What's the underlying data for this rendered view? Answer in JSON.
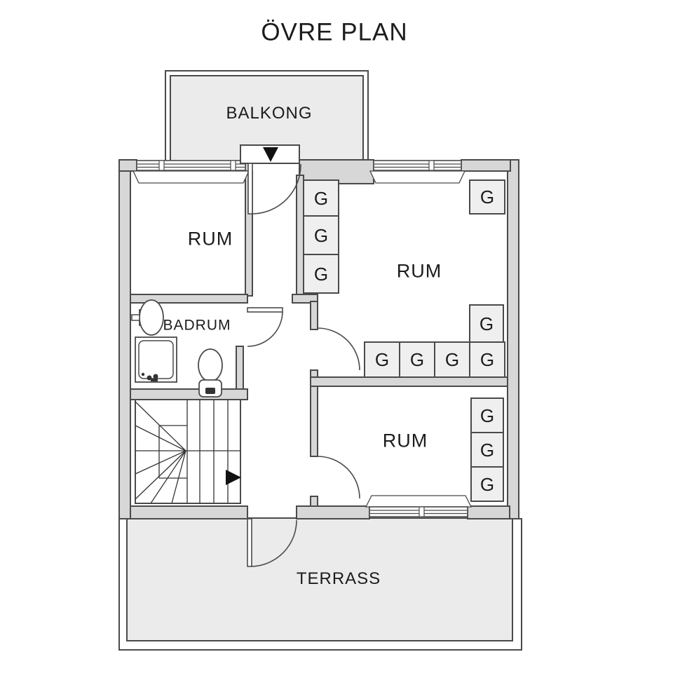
{
  "title": "ÖVRE PLAN",
  "areas": {
    "balcony": {
      "label": "BALKONG"
    },
    "room_top_left": {
      "label": "RUM"
    },
    "room_top_right": {
      "label": "RUM"
    },
    "room_bottom_right": {
      "label": "RUM"
    },
    "bathroom": {
      "label": "BADRUM"
    },
    "terrace": {
      "label": "TERRASS"
    }
  },
  "closets": [
    {
      "label": "G"
    },
    {
      "label": "G"
    },
    {
      "label": "G"
    },
    {
      "label": "G"
    },
    {
      "label": "G"
    },
    {
      "label": "G"
    },
    {
      "label": "G"
    },
    {
      "label": "G"
    },
    {
      "label": "G"
    },
    {
      "label": "G"
    },
    {
      "label": "G"
    },
    {
      "label": "G"
    }
  ],
  "icons": {
    "entrance_arrow": "triangle-down",
    "stairs_direction_arrow": "triangle-right"
  },
  "colors": {
    "wall_fill": "#d7d7d7",
    "outline": "#4a4a4a",
    "outdoor_floor": "#ebebeb",
    "closet_fill": "#efefef",
    "text": "#1c1c1c",
    "background": "#ffffff"
  }
}
